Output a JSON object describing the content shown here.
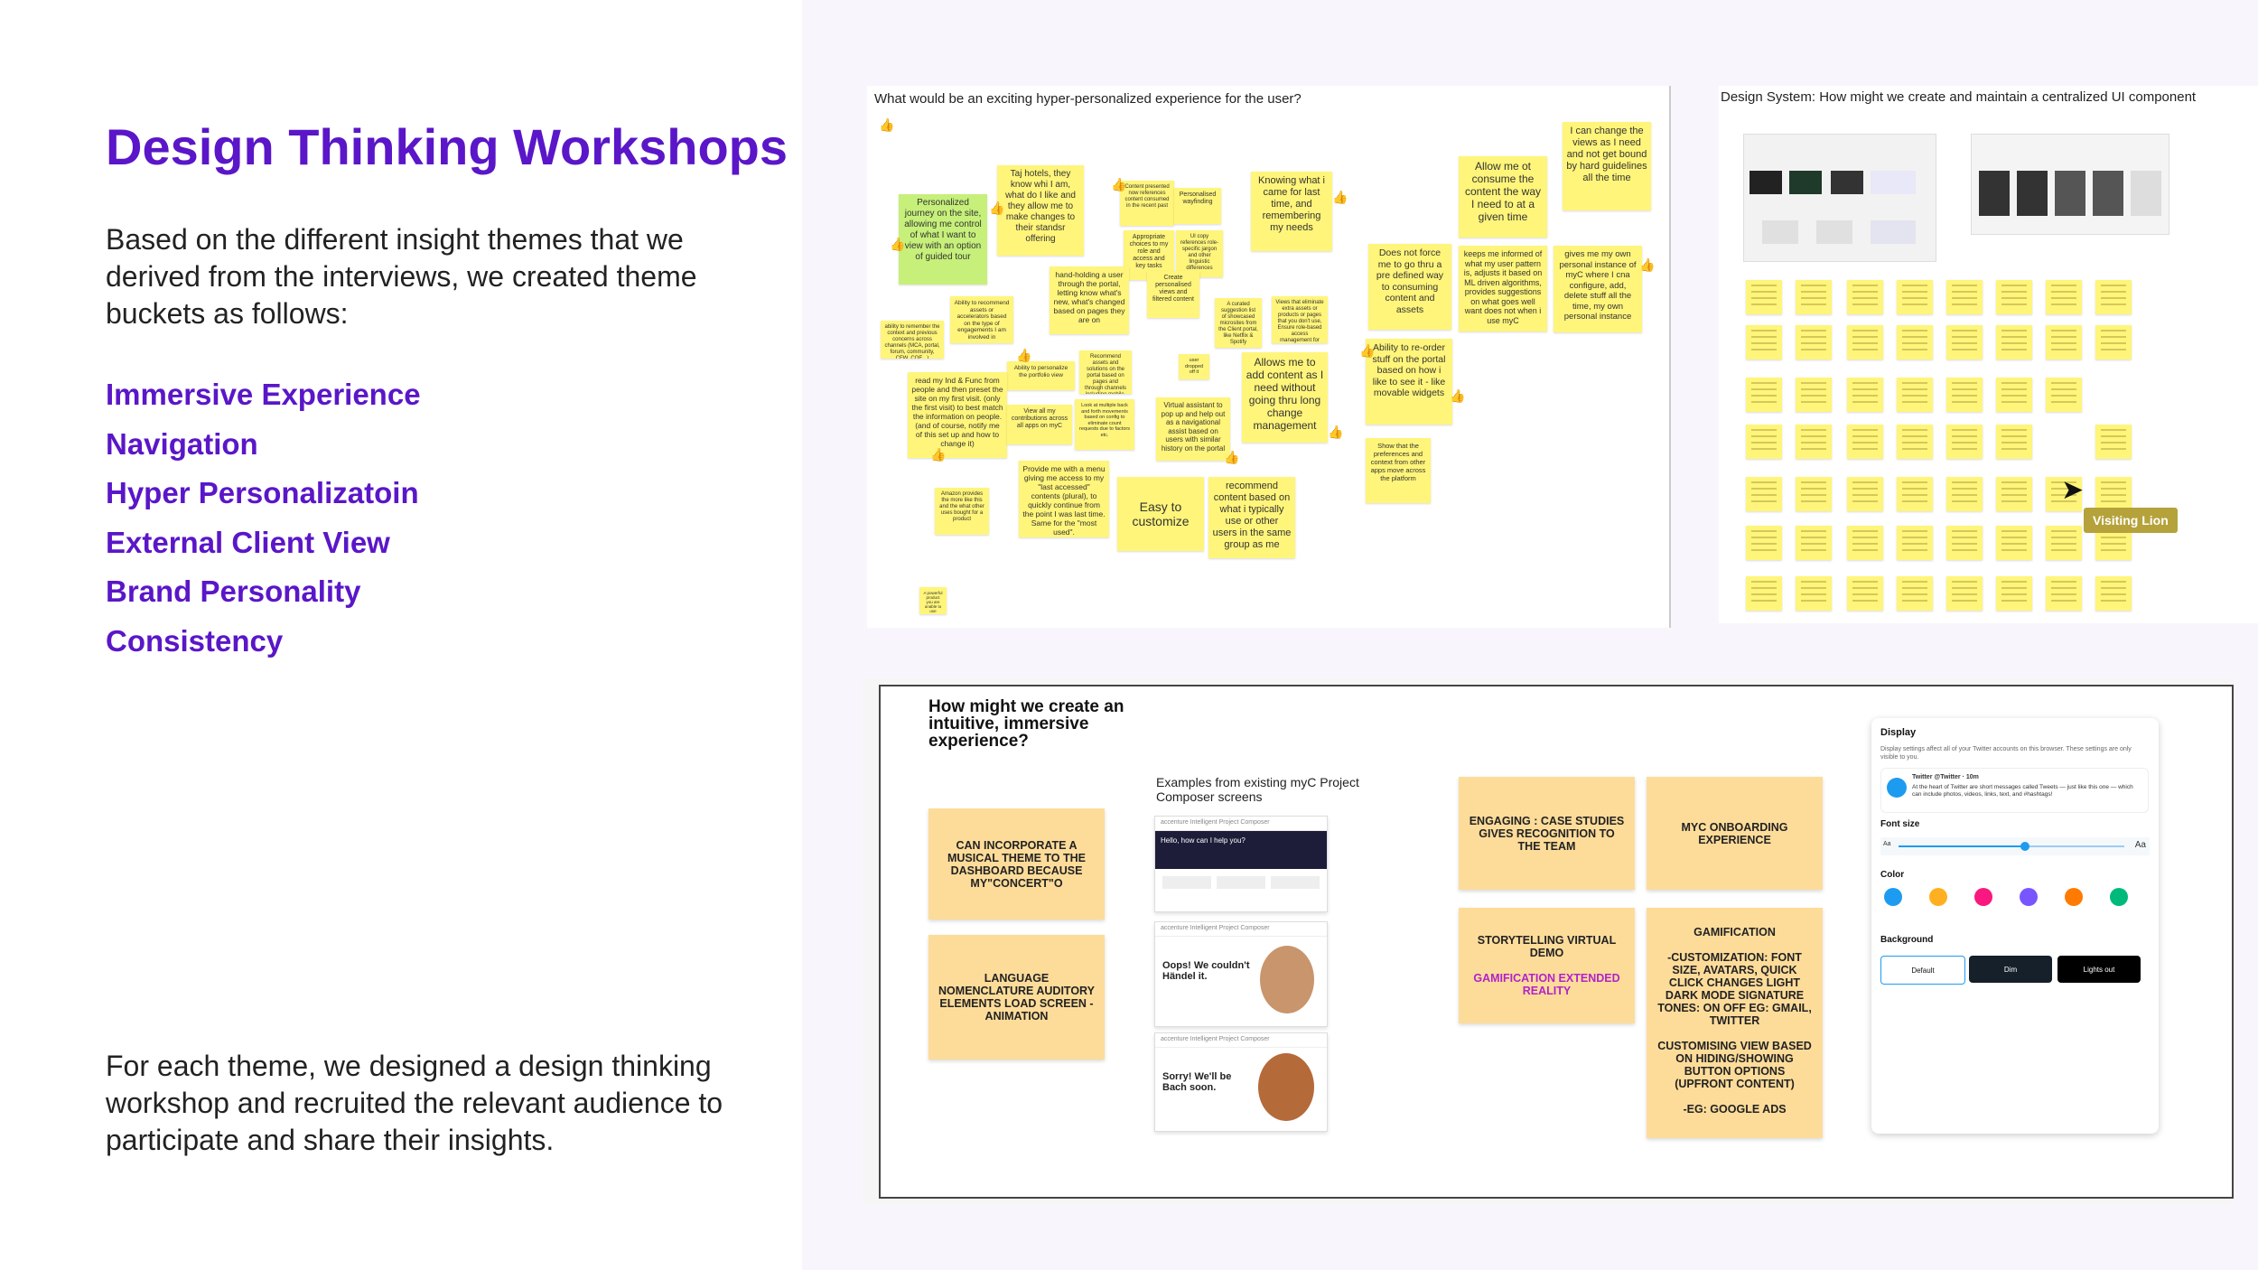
{
  "left": {
    "title": "Design Thinking Workshops",
    "intro": "Based on the different insight themes that we derived from the interviews, we created theme buckets as follows:",
    "themes": [
      "Immersive Experience",
      "Navigation",
      "Hyper Personalizatoin",
      "External Client View",
      "Brand Personality",
      "Consistency"
    ],
    "outro": "For each theme, we designed a design thinking workshop and recruited the relevant audience to participate and share their insights."
  },
  "board1": {
    "title": "What would be an exciting hyper-personalized experience for the user?",
    "stickies": [
      "Personalized journey on the site, allowing me control of what I want to view with an option of guided tour",
      "Taj hotels, they know whi I am, what do I like and they allow me to make changes to their standsr offering",
      "Content presented now references content consumed in the recent past",
      "Personalised wayfinding",
      "Knowing what i came for last time, and remembering my needs",
      "Allow me ot consume the content the way I need to at a given time",
      "I can change the views as I need and not get bound by hard guidelines all the time",
      "Appropriate choices to my role and access and key tasks",
      "UI copy references role-specific jargon and other linguistic differences",
      "Create personalised views and filtered content",
      "hand-holding a user through the portal, letting know what's new, what's changed based on pages they are on",
      "Does not force me to go thru a pre defined way to consuming content and assets",
      "keeps me informed of what my user pattern is, adjusts it based on ML driven algorithms, provides suggestions on what goes well want does not when i use myC",
      "gives me my own personal instance of myC where I cna configure, add, delete stuff all the time, my own personal instance",
      "Ability to recommend assets or accelerators based on the type of engagements I am involved in",
      "ability to remember the context and previous concerns across channels (MCA, portal, forum, community, CFW, COE...)",
      "A curated suggestion list of showcased microsites from the Client portal, like Netflix & Spotify",
      "Views that eliminate extra assets or products or pages that you don't use, Ensure role-based access management for links",
      "Ability to re-order stuff on the portal based on how i like to see it - like movable widgets",
      "Ability to personalize the portfolio view",
      "Recommend assets and solutions on the portal based on pages and through channels including mobile, tabs etc.",
      "read my Ind & Func from people and then preset the site on my first visit. (only the first visit) to best match the information on people. (and of course, notify me of this set up and how to change it)",
      "View all my contributions across all apps on myC",
      "Look at multiple back and forth movements based on config to eliminate count requests due to factors etc.",
      "user dropped off it",
      "Virtual assistant to pop up and help out as a navigational assist based on users with similar history on the portal",
      "Allows me to add content as I need without going thru long change management",
      "Show that the preferences and context from other apps move across the platform",
      "Provide me with a menu giving me access to my \"last accessed\" contents (plural), to quickly continue from the point I was last time. Same for the \"most used\".",
      "Easy to customize",
      "recommend content based on what i typically use or other users in the same group as me",
      "Amazon provides the more like this and the what other uses bought for a product",
      "A powerful product you are unable to use"
    ]
  },
  "board2": {
    "title": "Design System: How might we create and maintain a centralized UI component"
  },
  "visiting": "Visiting Lion",
  "board3": {
    "title": "How might we create an intuitive, immersive experience?",
    "examples_label": "Examples from existing myC Project Composer screens",
    "cards": [
      "CAN INCORPORATE A MUSICAL THEME TO  THE DASHBOARD BECAUSE MY\"CONCERT\"O",
      "LANGUAGE NOMENCLATURE AUDITORY ELEMENTS LOAD SCREEN - ANIMATION",
      "ENGAGING : CASE STUDIES GIVES RECOGNITION TO THE TEAM",
      "MYC ONBOARDING EXPERIENCE",
      "STORYTELLING VIRTUAL DEMO",
      "GAMIFICATION EXTENDED REALITY",
      "GAMIFICATION",
      "-CUSTOMIZATION: FONT SIZE, AVATARS, QUICK CLICK CHANGES LIGHT DARK MODE SIGNATURE TONES: ON OFF EG: GMAIL, TWITTER",
      "CUSTOMISING VIEW BASED ON HIDING/SHOWING BUTTON OPTIONS (UPFRONT CONTENT)",
      "-EG: GOOGLE ADS"
    ],
    "screens": [
      {
        "header": "accenture  Intelligent Project Composer",
        "text": "Hello, how can I help you?"
      },
      {
        "header": "accenture  Intelligent Project Composer",
        "text": "Oops! We couldn't Händel it."
      },
      {
        "header": "accenture  Intelligent Project Composer",
        "text": "Sorry! We'll be Bach soon."
      }
    ],
    "display_panel": {
      "title": "Display",
      "description": "Display settings affect all of your Twitter accounts on this browser. These settings are only visible to you.",
      "tweet_user": "Twitter @Twitter · 10m",
      "tweet_text": "At the heart of Twitter are short messages called Tweets — just like this one — which can include photos, videos, links, text, and #hashtags!",
      "font_size_label": "Font size",
      "font_small": "Aa",
      "font_large": "Aa",
      "color_label": "Color",
      "colors": [
        "#1d9bf0",
        "#ffd400",
        "#f91880",
        "#7856ff",
        "#ff7a00",
        "#00ba7c"
      ],
      "background_label": "Background",
      "backgrounds": [
        "Default",
        "Dim",
        "Lights out"
      ]
    }
  }
}
